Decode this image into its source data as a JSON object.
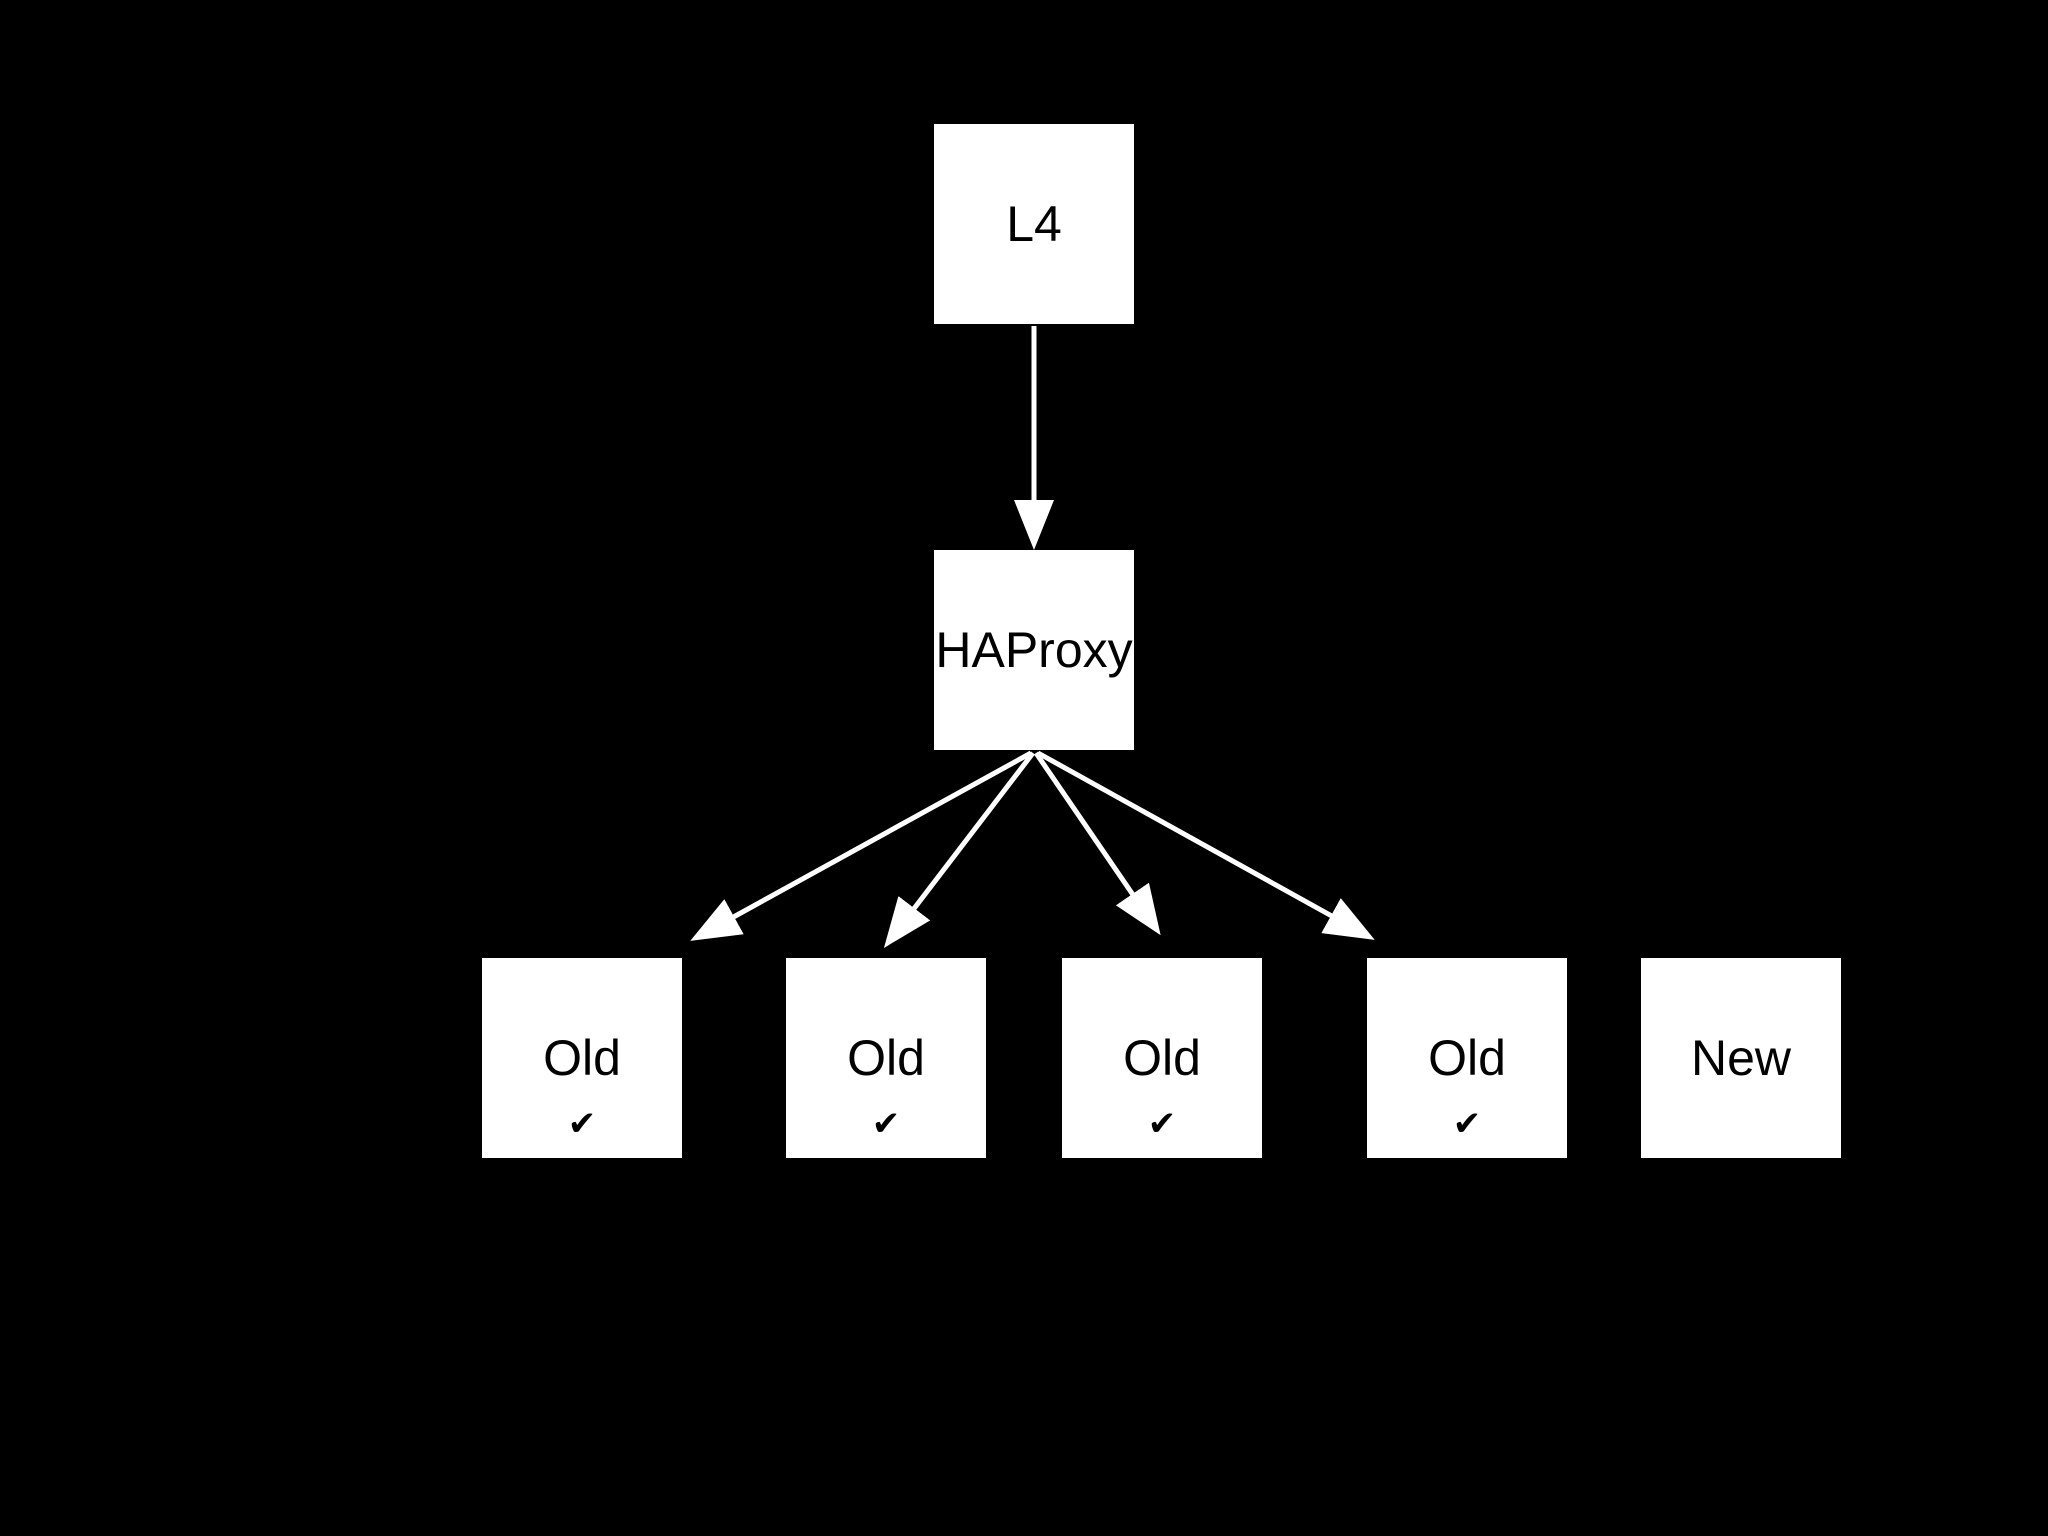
{
  "colors": {
    "background": "#000000",
    "node_fill": "#ffffff",
    "node_text": "#000000",
    "arrow": "#ffffff"
  },
  "nodes": {
    "l4": {
      "label": "L4"
    },
    "haproxy": {
      "label": "HAProxy"
    },
    "old1": {
      "label": "Old",
      "check": "✔"
    },
    "old2": {
      "label": "Old",
      "check": "✔"
    },
    "old3": {
      "label": "Old",
      "check": "✔"
    },
    "old4": {
      "label": "Old",
      "check": "✔"
    },
    "new": {
      "label": "New"
    }
  },
  "edges": [
    {
      "from": "l4",
      "to": "haproxy"
    },
    {
      "from": "haproxy",
      "to": "old1"
    },
    {
      "from": "haproxy",
      "to": "old2"
    },
    {
      "from": "haproxy",
      "to": "old3"
    },
    {
      "from": "haproxy",
      "to": "old4"
    }
  ]
}
